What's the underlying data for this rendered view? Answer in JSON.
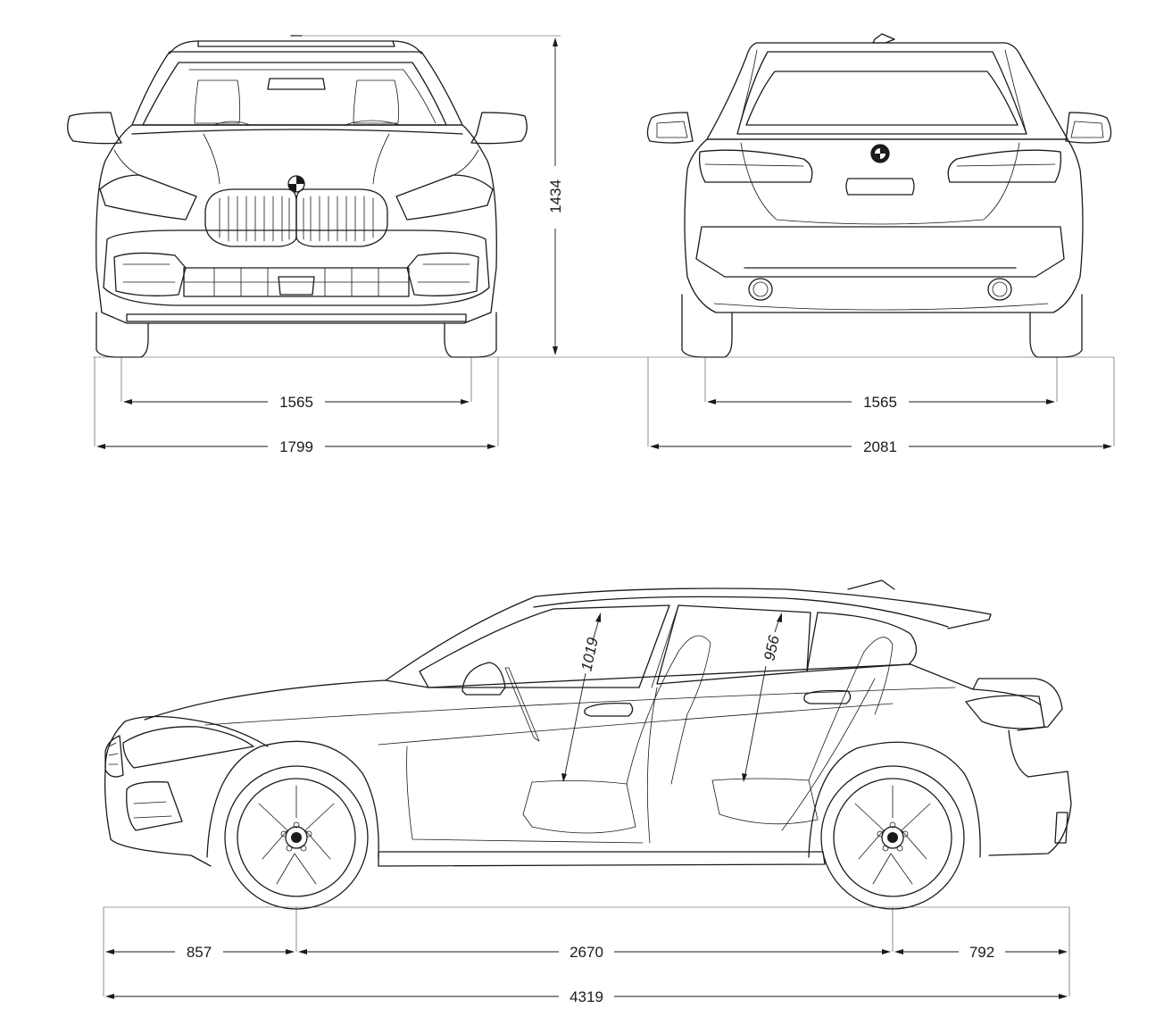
{
  "front_view": {
    "track_width": "1565",
    "overall_width": "1799",
    "height": "1434"
  },
  "rear_view": {
    "track_width": "1565",
    "overall_width_incl_mirrors": "2081"
  },
  "side_view": {
    "front_overhang": "857",
    "wheelbase": "2670",
    "rear_overhang": "792",
    "overall_length": "4319",
    "front_headroom": "1019",
    "rear_headroom": "956"
  }
}
